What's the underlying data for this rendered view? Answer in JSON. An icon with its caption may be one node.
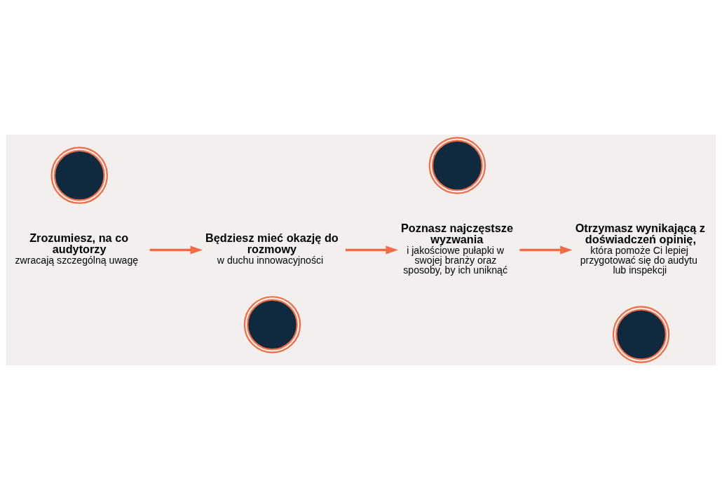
{
  "diagram": {
    "nodes": [
      {
        "text": [
          "Zrozumiesz, na co audytorzy",
          "zwracają szczególną uwagę"
        ]
      },
      {
        "text": [
          "Będziesz mieć okazję do rozmowy",
          "w duchu innowacyjności"
        ]
      },
      {
        "text": [
          "Poznasz najczęstsze wyzwania",
          "i jakościowe pułapki w swojej branży oraz sposoby, by ich uniknąć"
        ]
      },
      {
        "text": [
          "Otrzymasz wynikającą z doświadczeń opinię,",
          "która pomoże Ci lepiej przygotować się do audytu lub inspekcji"
        ]
      },
      {
        "text": [],
        "shape": "circle"
      },
      {
        "text": [],
        "shape": "circle"
      },
      {
        "text": [],
        "shape": "circle"
      },
      {
        "text": [],
        "shape": "circle"
      }
    ],
    "edges": [
      {
        "from": 0,
        "to": 1,
        "arrow": "to"
      },
      {
        "from": 1,
        "to": 2,
        "arrow": "to"
      },
      {
        "from": 2,
        "to": 3,
        "arrow": "to"
      }
    ]
  }
}
